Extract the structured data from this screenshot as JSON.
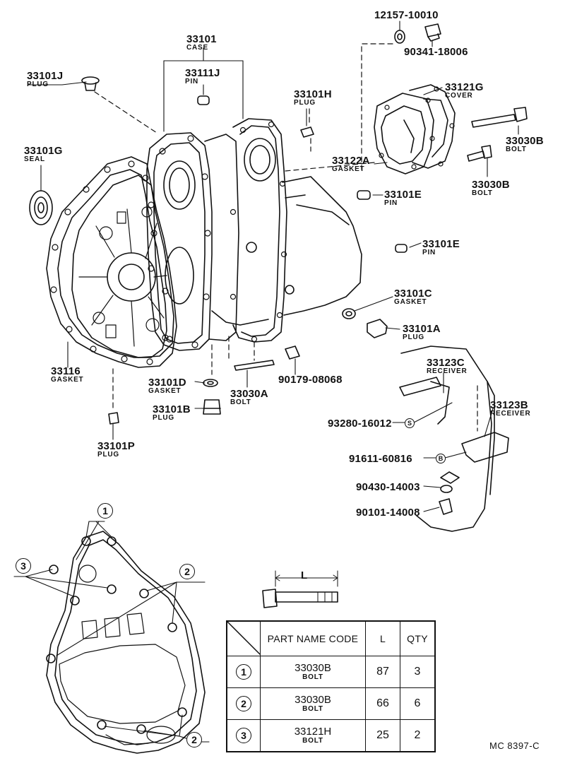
{
  "parts": [
    {
      "code": "12157-10010",
      "name": ""
    },
    {
      "code": "90341-18006",
      "name": ""
    },
    {
      "code": "33101",
      "name": "CASE"
    },
    {
      "code": "33111J",
      "name": "PIN"
    },
    {
      "code": "33101J",
      "name": "PLUG"
    },
    {
      "code": "33101H",
      "name": "PLUG"
    },
    {
      "code": "33121G",
      "name": "COVER"
    },
    {
      "code": "33101G",
      "name": "SEAL"
    },
    {
      "code": "33030B",
      "name": "BOLT"
    },
    {
      "code": "33122A",
      "name": "GASKET"
    },
    {
      "code": "33030B",
      "name": "BOLT"
    },
    {
      "code": "33101E",
      "name": "PIN"
    },
    {
      "code": "33101E",
      "name": "PIN"
    },
    {
      "code": "33101C",
      "name": "GASKET"
    },
    {
      "code": "33101A",
      "name": "PLUG"
    },
    {
      "code": "33116",
      "name": "GASKET"
    },
    {
      "code": "33101D",
      "name": "GASKET"
    },
    {
      "code": "33030A",
      "name": "BOLT"
    },
    {
      "code": "90179-08068",
      "name": ""
    },
    {
      "code": "33101B",
      "name": "PLUG"
    },
    {
      "code": "33123C",
      "name": "RECEIVER"
    },
    {
      "code": "33123B",
      "name": "RECEIVER"
    },
    {
      "code": "93280-16012",
      "name": ""
    },
    {
      "code": "91611-60816",
      "name": ""
    },
    {
      "code": "90430-14003",
      "name": ""
    },
    {
      "code": "90101-14008",
      "name": ""
    },
    {
      "code": "33101P",
      "name": "PLUG"
    }
  ],
  "small_markers": {
    "s": "S",
    "b": "B"
  },
  "ref_markers": [
    "1",
    "2",
    "3"
  ],
  "dimension_label": "L",
  "table": {
    "headers": [
      "",
      "PART NAME CODE",
      "L",
      "QTY"
    ],
    "rows": [
      {
        "ref": "1",
        "code": "33030B",
        "name": "BOLT",
        "l": "87",
        "qty": "3"
      },
      {
        "ref": "2",
        "code": "33030B",
        "name": "BOLT",
        "l": "66",
        "qty": "6"
      },
      {
        "ref": "3",
        "code": "33121H",
        "name": "BOLT",
        "l": "25",
        "qty": "2"
      }
    ]
  },
  "catalog_code": "MC 8397-C"
}
